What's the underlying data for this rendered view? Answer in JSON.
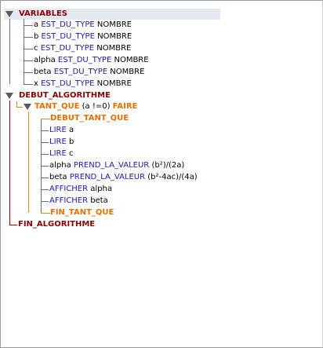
{
  "root_variables": "VARIABLES",
  "variables": [
    {
      "name": "a",
      "kw": "EST_DU_TYPE",
      "type": "NOMBRE"
    },
    {
      "name": "b",
      "kw": "EST_DU_TYPE",
      "type": "NOMBRE"
    },
    {
      "name": "c",
      "kw": "EST_DU_TYPE",
      "type": "NOMBRE"
    },
    {
      "name": "alpha",
      "kw": "EST_DU_TYPE",
      "type": "NOMBRE"
    },
    {
      "name": "beta",
      "kw": "EST_DU_TYPE",
      "type": "NOMBRE"
    },
    {
      "name": "x",
      "kw": "EST_DU_TYPE",
      "type": "NOMBRE"
    }
  ],
  "debut_algo": "DEBUT_ALGORITHME",
  "tant_que": {
    "kw": "TANT_QUE",
    "cond": "(a !=0)",
    "faire": "FAIRE"
  },
  "debut_tq": "DEBUT_TANT_QUE",
  "stmts": [
    {
      "kw": "LIRE",
      "rest": "a"
    },
    {
      "kw": "LIRE",
      "rest": "b"
    },
    {
      "kw": "LIRE",
      "rest": "c"
    },
    {
      "pre": "alpha",
      "kw": "PREND_LA_VALEUR",
      "rest": "(b²)/(2a)"
    },
    {
      "pre": "beta",
      "kw": "PREND_LA_VALEUR",
      "rest": "(b²-4ac)/(4a)"
    },
    {
      "kw": "AFFICHER",
      "rest": "alpha"
    },
    {
      "kw": "AFFICHER",
      "rest": "beta"
    }
  ],
  "fin_tq": "FIN_TANT_QUE",
  "fin_algo": "FIN_ALGORITHME"
}
